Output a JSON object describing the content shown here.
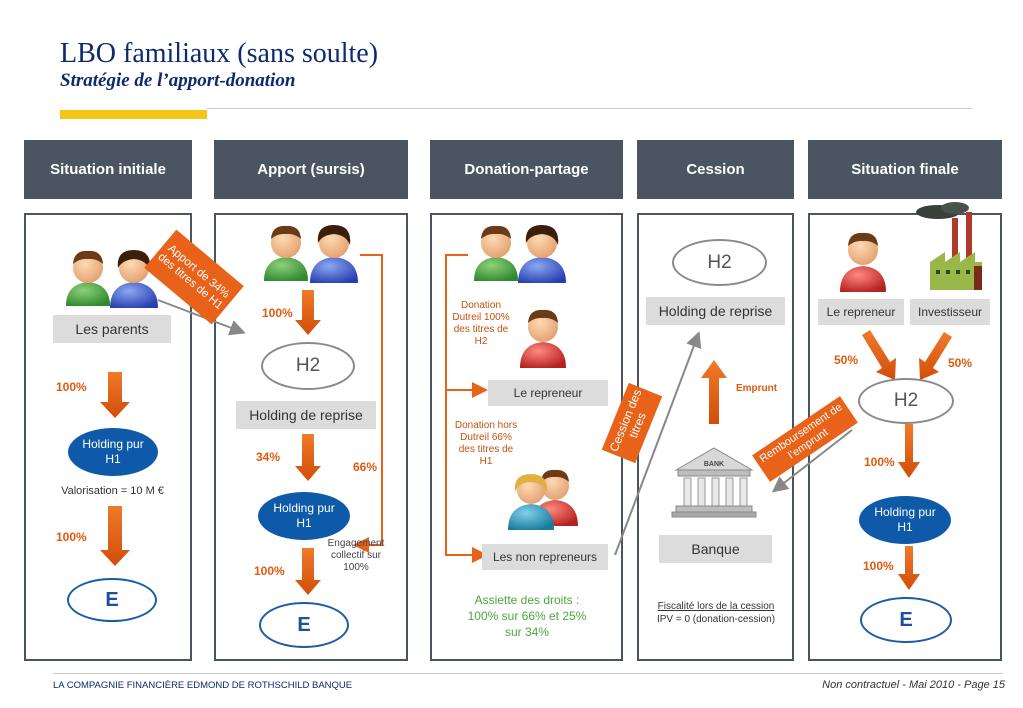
{
  "slide": {
    "title": "LBO familiaux (sans soulte)",
    "subtitle": "Stratégie de l’apport-donation",
    "footer_left": "LA COMPAGNIE FINANCIÈRE EDMOND DE ROTHSCHILD BANQUE",
    "footer_right": "Non contractuel - Mai 2010 - Page 15"
  },
  "colors": {
    "header": "#4a5561",
    "accent_orange": "#e8621a",
    "holding_blue": "#0f5aa8",
    "title_navy": "#0d2a6e",
    "yellow_bar": "#f5c518"
  },
  "columns": {
    "initial": {
      "header": "Situation initiale",
      "parents": "Les parents",
      "pct1": "100%",
      "holding": "Holding pur H1",
      "valuation": "Valorisation = 10 M €",
      "pct2": "100%",
      "company": "E"
    },
    "apport": {
      "header": "Apport (sursis)",
      "arrow_label": "Apport de 34% des titres de H1",
      "pct_top": "100%",
      "h2": "H2",
      "holding_reprise": "Holding de reprise",
      "pct_34": "34%",
      "pct_66": "66%",
      "holding": "Holding pur H1",
      "engagement": "Engagement collectif sur 100%",
      "pct_bottom": "100%",
      "company": "E"
    },
    "donation": {
      "header": "Donation-partage",
      "donation_dutreil": "Donation Dutreil 100% des titres de H2",
      "repreneur": "Le repreneur",
      "donation_hors": "Donation hors Dutreil 66% des titres de H1",
      "non_repreneurs": "Les non repreneurs",
      "assiette": "Assiette des droits : 100% sur 66% et 25% sur 34%"
    },
    "cession": {
      "header": "Cession",
      "h2": "H2",
      "holding_reprise": "Holding de reprise",
      "cession_label": "Cession des titres",
      "emprunt": "Emprunt",
      "remboursement": "Remboursement de l’emprunt",
      "bank_sign": "BANK",
      "banque": "Banque",
      "fiscal_title": "Fiscalité lors de la cession",
      "fiscal_value": "IPV = 0 (donation-cession)"
    },
    "final": {
      "header": "Situation finale",
      "repreneur": "Le repreneur",
      "investisseur": "Investisseur",
      "pct_left": "50%",
      "pct_right": "50%",
      "h2": "H2",
      "pct_mid": "100%",
      "holding": "Holding pur H1",
      "pct_bottom": "100%",
      "company": "E"
    }
  },
  "icons": [
    "couple-icon",
    "man-icon",
    "family-icon",
    "bank-icon",
    "factory-icon"
  ]
}
